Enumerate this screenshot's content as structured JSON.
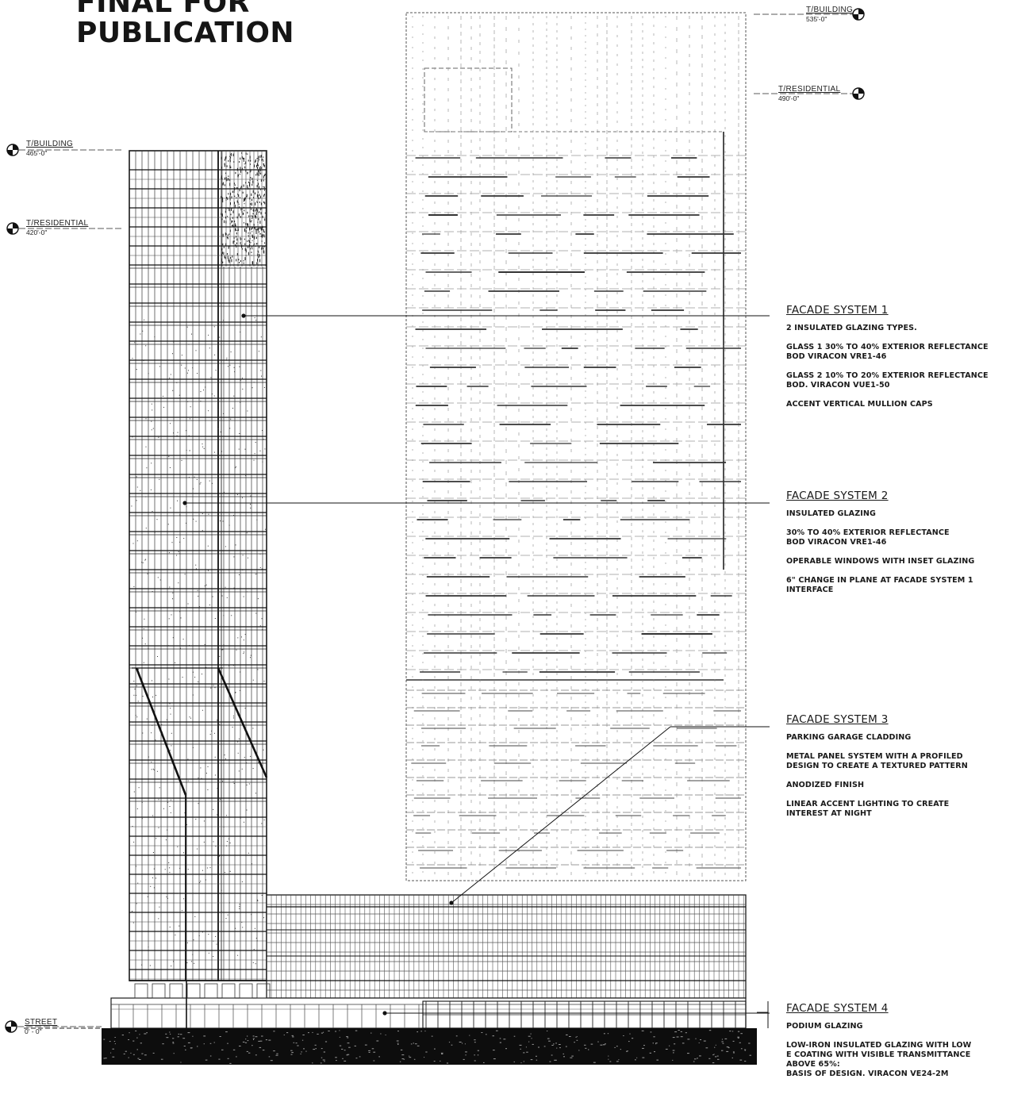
{
  "title": {
    "line1": "FINAL FOR",
    "line2": "PUBLICATION"
  },
  "levels": {
    "tower_a_building": {
      "name": "T/BUILDING",
      "elevation": "465'-0\""
    },
    "tower_a_residential": {
      "name": "T/RESIDENTIAL",
      "elevation": "420'-0\""
    },
    "tower_b_building": {
      "name": "T/BUILDING",
      "elevation": "535'-0\""
    },
    "tower_b_residential": {
      "name": "T/RESIDENTIAL",
      "elevation": "490'-0\""
    },
    "street": {
      "name": "STREET",
      "elevation": "0' - 0\""
    }
  },
  "facade_systems": [
    {
      "heading": "FACADE SYSTEM 1",
      "notes": [
        [
          "2 INSULATED GLAZING TYPES."
        ],
        [
          "GLASS 1  30% TO 40% EXTERIOR REFLECTANCE",
          "BOD  VIRACON VRE1-46"
        ],
        [
          "GLASS 2  10% TO 20% EXTERIOR REFLECTANCE",
          "BOD. VIRACON VUE1-50"
        ],
        [
          "ACCENT VERTICAL MULLION CAPS"
        ]
      ]
    },
    {
      "heading": "FACADE SYSTEM 2",
      "notes": [
        [
          "INSULATED GLAZING"
        ],
        [
          "30% TO 40% EXTERIOR REFLECTANCE",
          "BOD  VIRACON VRE1-46"
        ],
        [
          "OPERABLE WINDOWS WITH INSET GLAZING"
        ],
        [
          "6\" CHANGE IN PLANE AT FACADE SYSTEM 1",
          "INTERFACE"
        ]
      ]
    },
    {
      "heading": "FACADE SYSTEM 3",
      "notes": [
        [
          "PARKING GARAGE CLADDING"
        ],
        [
          "METAL PANEL SYSTEM WITH A PROFILED",
          "DESIGN TO CREATE A TEXTURED PATTERN"
        ],
        [
          "ANODIZED FINISH"
        ],
        [
          "LINEAR ACCENT LIGHTING TO CREATE",
          "INTEREST AT NIGHT"
        ]
      ]
    },
    {
      "heading": "FACADE SYSTEM 4",
      "notes": [
        [
          "PODIUM GLAZING"
        ],
        [
          "LOW-IRON INSULATED GLAZING WITH LOW",
          "E COATING WITH VISIBLE TRANSMITTANCE",
          "ABOVE 65%:",
          "BASIS OF DESIGN. VIRACON VE24-2M"
        ]
      ]
    }
  ]
}
